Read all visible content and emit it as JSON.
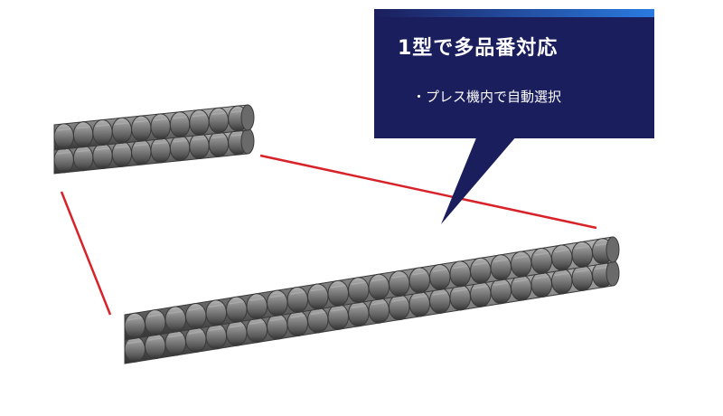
{
  "callout": {
    "title": "1型で多品番対応",
    "bullet": "・プレス機内で自動選択"
  },
  "colors": {
    "callout_bg": "#1b1e5c",
    "callout_accent": "#2a7be0",
    "connector_line": "#d8222a",
    "part_fill": "#7d7d7d",
    "part_highlight": "#a9a9a9",
    "part_shadow": "#3a3a3a"
  },
  "parts": {
    "short_strip_segments": 10,
    "long_strip_segments": 24
  }
}
